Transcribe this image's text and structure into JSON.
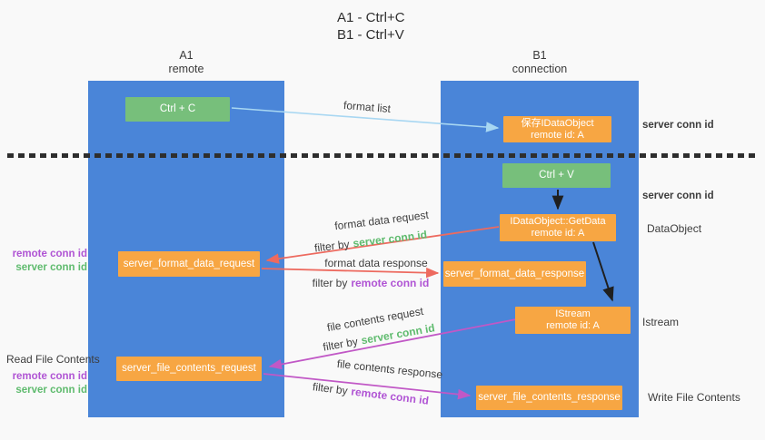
{
  "title": {
    "line1": "A1 - Ctrl+C",
    "line2": "B1 - Ctrl+V"
  },
  "columns": {
    "left": {
      "name": "A1",
      "role": "remote"
    },
    "right": {
      "name": "B1",
      "role": "connection"
    }
  },
  "nodes": {
    "ctrl_c": "Ctrl + C",
    "save_idataobject": {
      "line1": "保存IDataObject",
      "line2": "remote id: A"
    },
    "ctrl_v": "Ctrl + V",
    "getdata": {
      "line1": "IDataObject::GetData",
      "line2": "remote id: A"
    },
    "format_request": "server_format_data_request",
    "format_response": "server_format_data_response",
    "istream": {
      "line1": "IStream",
      "line2": "remote id: A"
    },
    "file_request": "server_file_contents_request",
    "file_response": "server_file_contents_response"
  },
  "edge_labels": {
    "format_list": "format list",
    "format_data_request": "format data request",
    "format_data_response": "format data response",
    "file_contents_request": "file contents request",
    "file_contents_response": "file contents response",
    "filter_by": "filter by",
    "server_conn_id": "server conn id",
    "remote_conn_id": "remote conn id"
  },
  "side_labels": {
    "server_conn_id_top": "server conn id",
    "server_conn_id_mid": "server conn id",
    "dataobject": "DataObject",
    "istream": "Istream",
    "write_file_contents": "Write File Contents",
    "read_file_contents": "Read File Contents",
    "remote_conn_id": "remote conn id",
    "server_conn_id": "server conn id"
  },
  "colors": {
    "lifeline_blue": "#4a85d8",
    "green_box": "#77bf7b",
    "orange_box": "#f7a643",
    "format_list_arrow": "#a8d7f2",
    "format_data_arrow": "#ed6a5f",
    "file_contents_arrow": "#c158c6",
    "black_arrow": "#1f1f1f",
    "server_conn_id_text": "#5fbb6e",
    "remote_conn_id_text": "#b054d4",
    "background": "#f9f9f9"
  }
}
